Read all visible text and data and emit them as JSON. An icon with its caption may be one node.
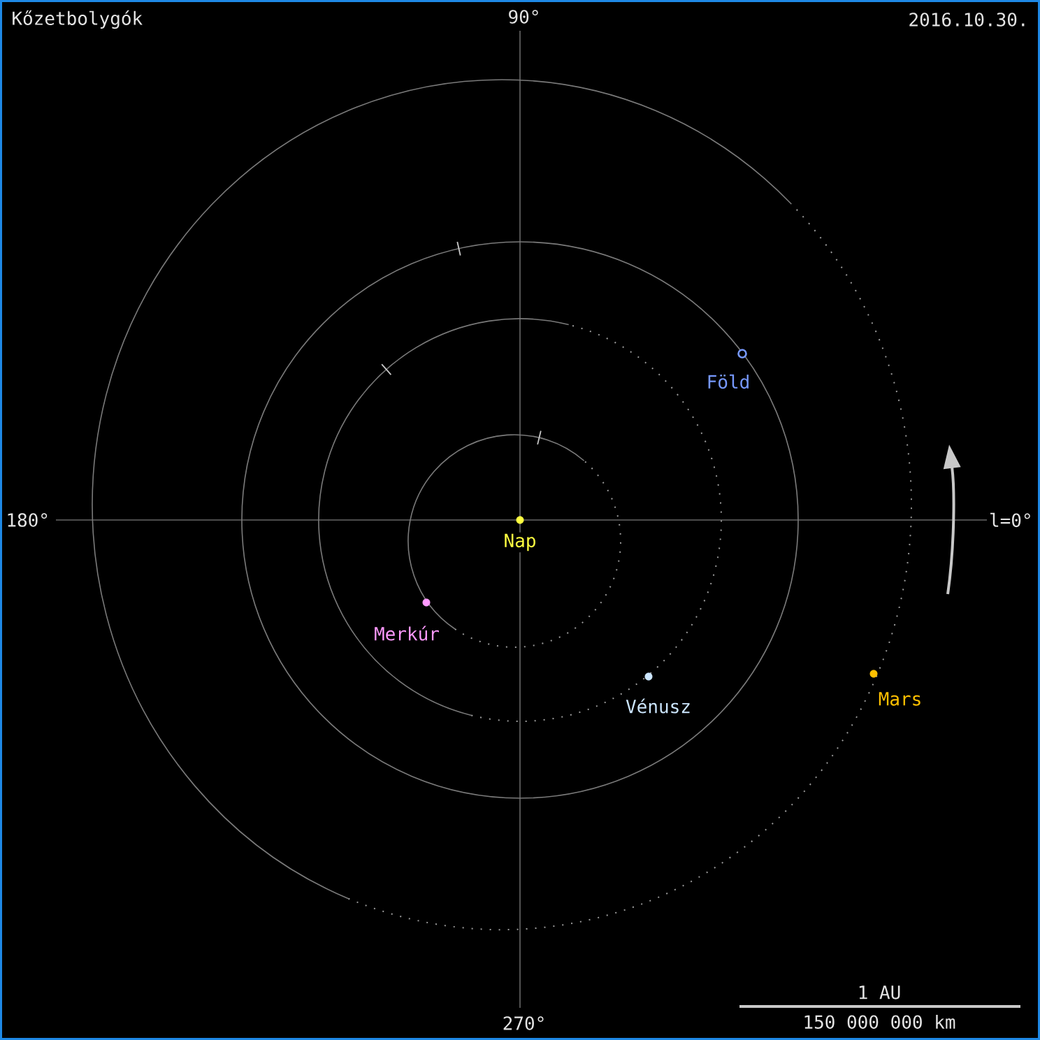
{
  "diagram": {
    "title": "Kőzetbolygók",
    "nodes": [
      {
        "text": [
          "Föld"
        ]
      },
      {
        "text": [
          "Nap"
        ]
      },
      {
        "text": [
          "Merkúr"
        ]
      },
      {
        "text": [
          "Vénusz"
        ]
      },
      {
        "text": [
          "Mars"
        ]
      }
    ],
    "labels": [
      "90°",
      "2016.10.30.",
      "180°",
      "l=0°",
      "1 AU",
      "270°",
      "150 000 000 km"
    ]
  }
}
